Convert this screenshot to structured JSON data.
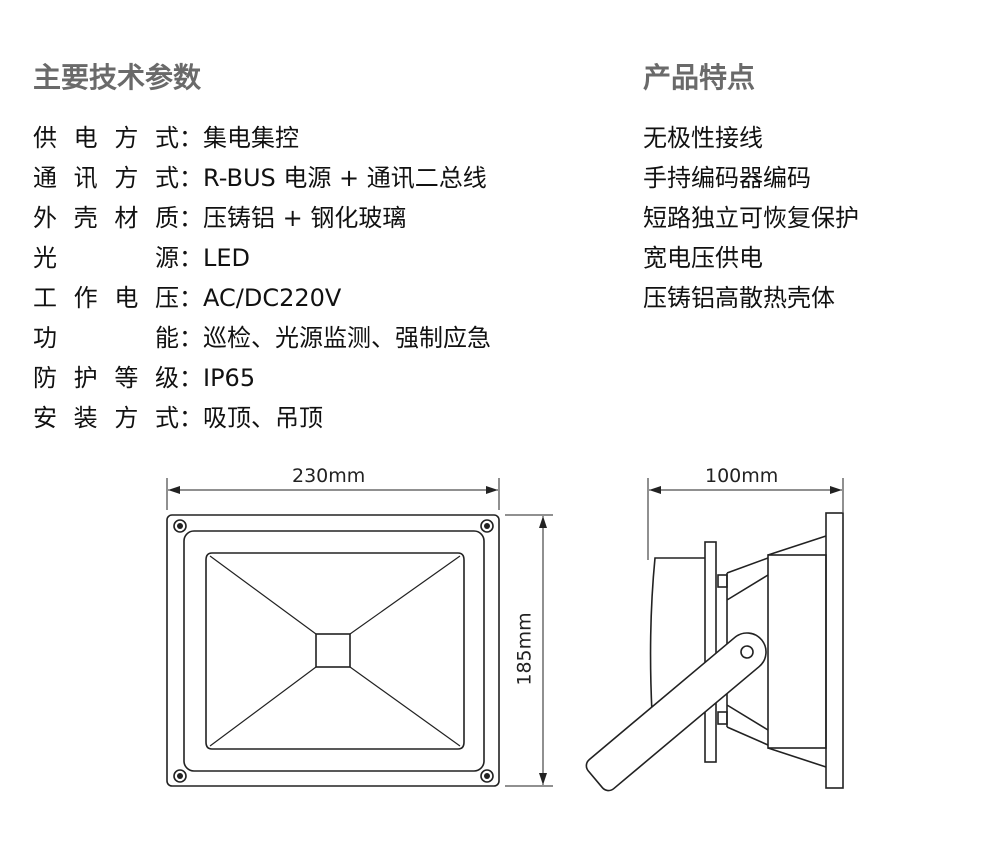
{
  "specs": {
    "title": "主要技术参数",
    "items": [
      {
        "label": "供电方式",
        "value": "集电集控"
      },
      {
        "label": "通讯方式",
        "value": "R-BUS 电源 + 通讯二总线"
      },
      {
        "label": "外壳材质",
        "value": "压铸铝 + 钢化玻璃"
      },
      {
        "label": "光源",
        "value": "LED"
      },
      {
        "label": "工作电压",
        "value": "AC/DC220V"
      },
      {
        "label": "功能",
        "value": "巡检、光源监测、强制应急"
      },
      {
        "label": "防护等级",
        "value": "IP65"
      },
      {
        "label": "安装方式",
        "value": "吸顶、吊顶"
      }
    ]
  },
  "features": {
    "title": "产品特点",
    "items": [
      "无极性接线",
      "手持编码器编码",
      "短路独立可恢复保护",
      "宽电压供电",
      "压铸铝高散热壳体"
    ]
  },
  "drawing": {
    "width": "230mm",
    "height": "185mm",
    "depth": "100mm"
  }
}
